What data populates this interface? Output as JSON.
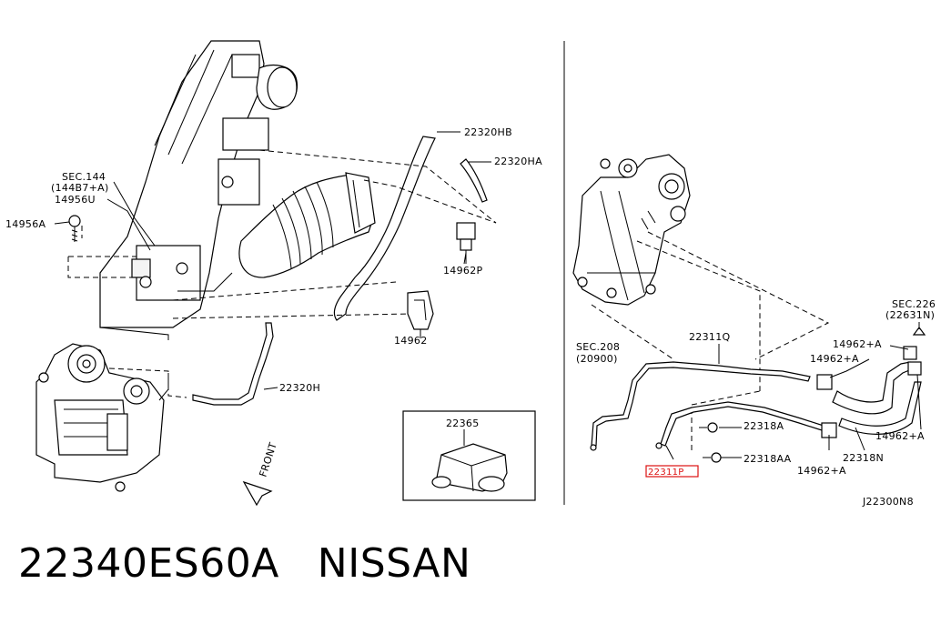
{
  "labels": {
    "sec144": "SEC.144",
    "sec144_sub": "(144B7+A)",
    "p14956U": "14956U",
    "p14956A": "14956A",
    "p22320HB": "22320HB",
    "p22320HA": "22320HA",
    "p14962P": "14962P",
    "p14962": "14962",
    "p22320H": "22320H",
    "p22365": "22365",
    "front": "FRONT",
    "sec226": "SEC.226",
    "sec226_sub": "(22631N)",
    "sec208": "SEC.208",
    "sec208_sub": "(20900)",
    "p22311Q": "22311Q",
    "p14962A_1": "14962+A",
    "p14962A_2": "14962+A",
    "p14962A_3": "14962+A",
    "p14962A_4": "14962+A",
    "p22318A": "22318A",
    "p22318AA": "22318AA",
    "p22318N": "22318N",
    "p22311P": "22311P",
    "diagram_code": "J22300N8"
  },
  "footer": {
    "part_number": "22340ES60A",
    "brand": "NISSAN"
  },
  "colors": {
    "highlight": "#dd1111",
    "ink": "#000000"
  }
}
